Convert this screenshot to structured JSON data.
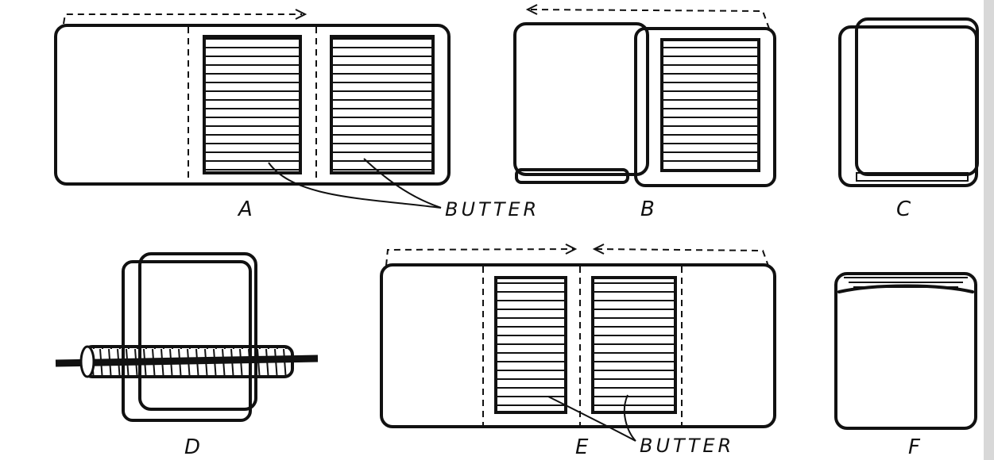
{
  "panels": {
    "a": "A",
    "b": "B",
    "c": "C",
    "d": "D",
    "e": "E",
    "f": "F"
  },
  "annotations": {
    "butter_top": "BUTTER",
    "butter_bottom": "BUTTER"
  }
}
